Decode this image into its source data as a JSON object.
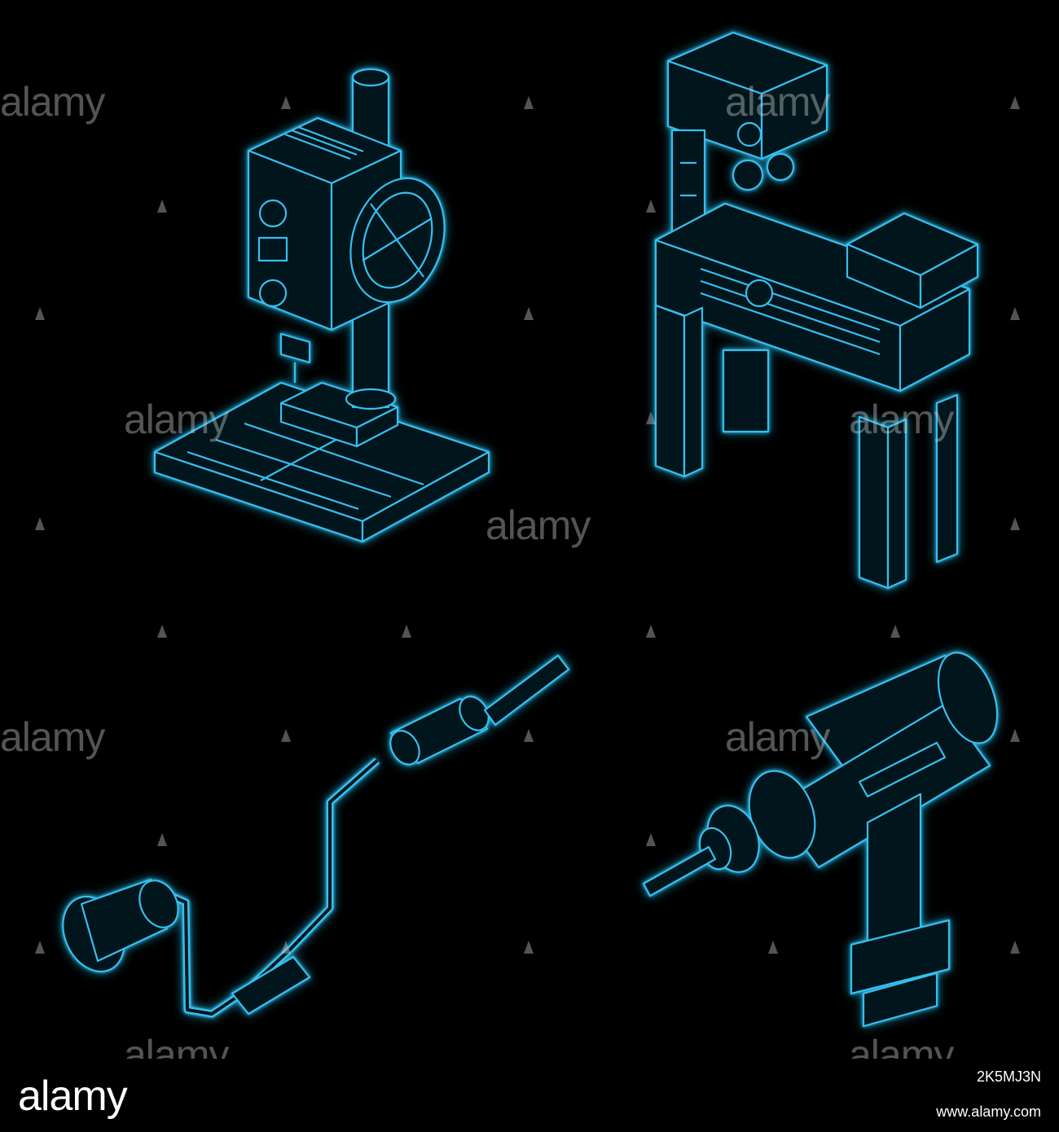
{
  "watermark": {
    "text": "alamy"
  },
  "footer": {
    "logo": "alamy",
    "image_id": "2K5MJ3N",
    "url": "www.alamy.com"
  },
  "colors": {
    "background": "#000000",
    "line": "#2fb8e8",
    "glow": "#0a6fb0",
    "watermark": "#c8c8c8"
  },
  "icons": [
    "drill-press-icon",
    "milling-machine-icon",
    "hand-brace-drill-icon",
    "power-drill-icon"
  ]
}
